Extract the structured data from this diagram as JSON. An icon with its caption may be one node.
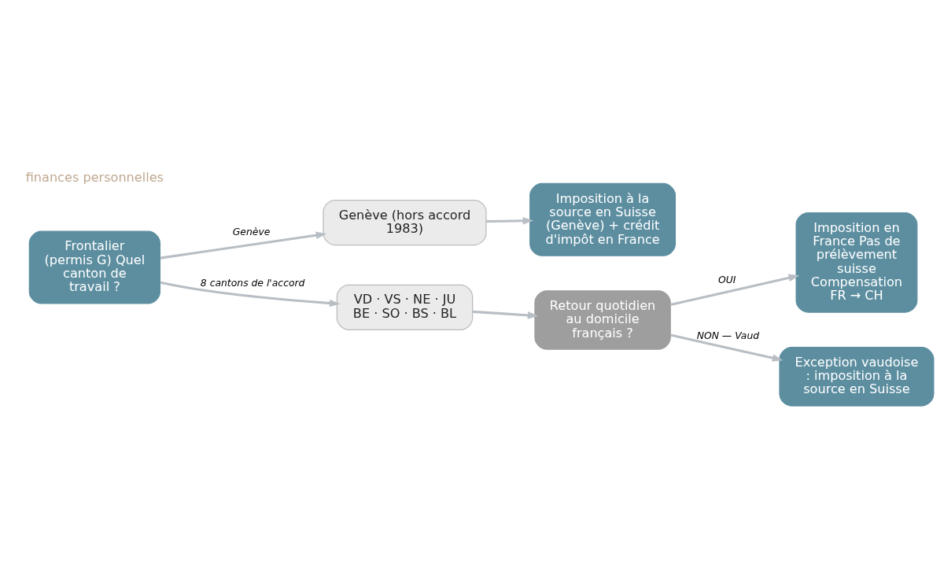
{
  "diagram": {
    "nodes": [
      {
        "text": [
          "Frontalier (permis G) Quel canton de travail ?"
        ]
      },
      {
        "text": [
          "Genève (hors accord 1983)"
        ]
      },
      {
        "text": [
          "Imposition à la source en Suisse (Genève) + crédit d'impôt en France"
        ]
      },
      {
        "text": [
          "VD · VS · NE · JU BE · SO · BS · BL"
        ]
      },
      {
        "text": [
          "Retour quotidien au domicile français ?"
        ]
      },
      {
        "text": [
          "Imposition en France Pas de prélèvement suisse Compensation FR → CH"
        ]
      },
      {
        "text": [
          "Exception vaudoise : imposition à la source en Suisse"
        ]
      }
    ],
    "edges": [
      {
        "from": 0,
        "to": 1,
        "arrow": "to",
        "label": "Genève"
      },
      {
        "from": 1,
        "to": 2,
        "arrow": "to"
      },
      {
        "from": 0,
        "to": 3,
        "arrow": "to",
        "label": "8 cantons de l'accord"
      },
      {
        "from": 3,
        "to": 4,
        "arrow": "to"
      },
      {
        "from": 4,
        "to": 5,
        "arrow": "to",
        "label": "OUI"
      },
      {
        "from": 4,
        "to": 6,
        "arrow": "to",
        "label": "NON — Vaud"
      }
    ],
    "labels": [
      "finances personnelles"
    ]
  }
}
